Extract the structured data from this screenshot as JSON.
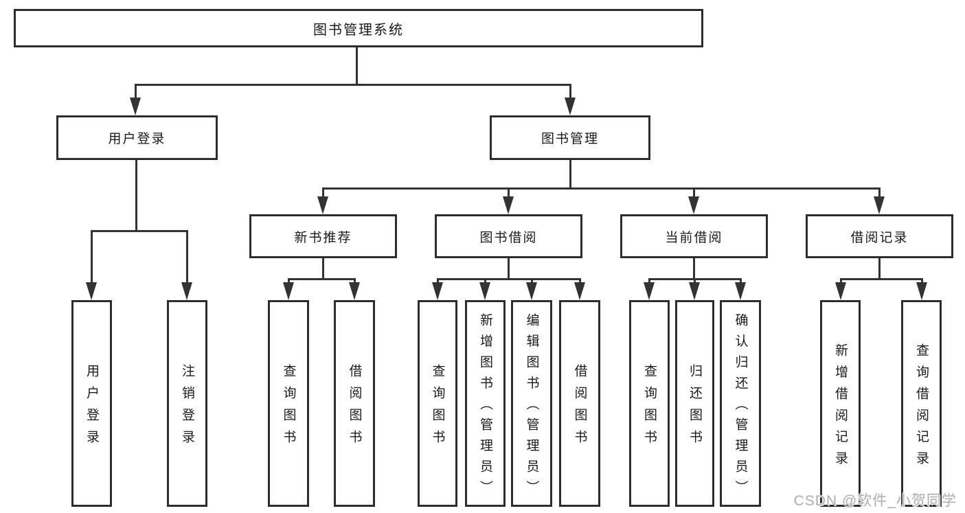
{
  "diagram": {
    "title": "图书管理系统",
    "nodes": {
      "root": {
        "label": "图书管理系统"
      },
      "user_login_branch": {
        "label": "用户登录"
      },
      "book_management": {
        "label": "图书管理"
      },
      "new_book_recommend": {
        "label": "新书推荐"
      },
      "book_borrowing": {
        "label": "图书借阅"
      },
      "current_borrowing": {
        "label": "当前借阅"
      },
      "borrow_records": {
        "label": "借阅记录"
      },
      "leaf_user_login": {
        "label": "用户登录"
      },
      "leaf_logout": {
        "label": "注销登录"
      },
      "leaf_query_books_recommend": {
        "label": "查询图书"
      },
      "leaf_borrow_books_recommend": {
        "label": "借阅图书"
      },
      "leaf_query_books_borrowing": {
        "label": "查询图书"
      },
      "leaf_add_books_admin": {
        "label": "新增图书（管理员）"
      },
      "leaf_edit_books_admin": {
        "label": "编辑图书（管理员）"
      },
      "leaf_borrow_books_borrowing": {
        "label": "借阅图书"
      },
      "leaf_query_books_current": {
        "label": "查询图书"
      },
      "leaf_return_books": {
        "label": "归还图书"
      },
      "leaf_confirm_return_admin": {
        "label": "确认归还（管理员）"
      },
      "leaf_add_borrow_record": {
        "label": "新增借阅记录"
      },
      "leaf_query_borrow_record": {
        "label": "查询借阅记录"
      }
    },
    "hierarchy": {
      "图书管理系统": {
        "用户登录": [
          "用户登录",
          "注销登录"
        ],
        "图书管理": {
          "新书推荐": [
            "查询图书",
            "借阅图书"
          ],
          "图书借阅": [
            "查询图书",
            "新增图书（管理员）",
            "编辑图书（管理员）",
            "借阅图书"
          ],
          "当前借阅": [
            "查询图书",
            "归还图书",
            "确认归还（管理员）"
          ],
          "借阅记录": [
            "新增借阅记录",
            "查询借阅记录"
          ]
        }
      }
    }
  },
  "watermark": {
    "text": "CSDN @软件_小贺同学"
  },
  "colors": {
    "line": "#333333",
    "border": "#2d2d2d",
    "text": "#1a1a1a",
    "background": "#ffffff",
    "watermark": "#b0b0b0"
  }
}
